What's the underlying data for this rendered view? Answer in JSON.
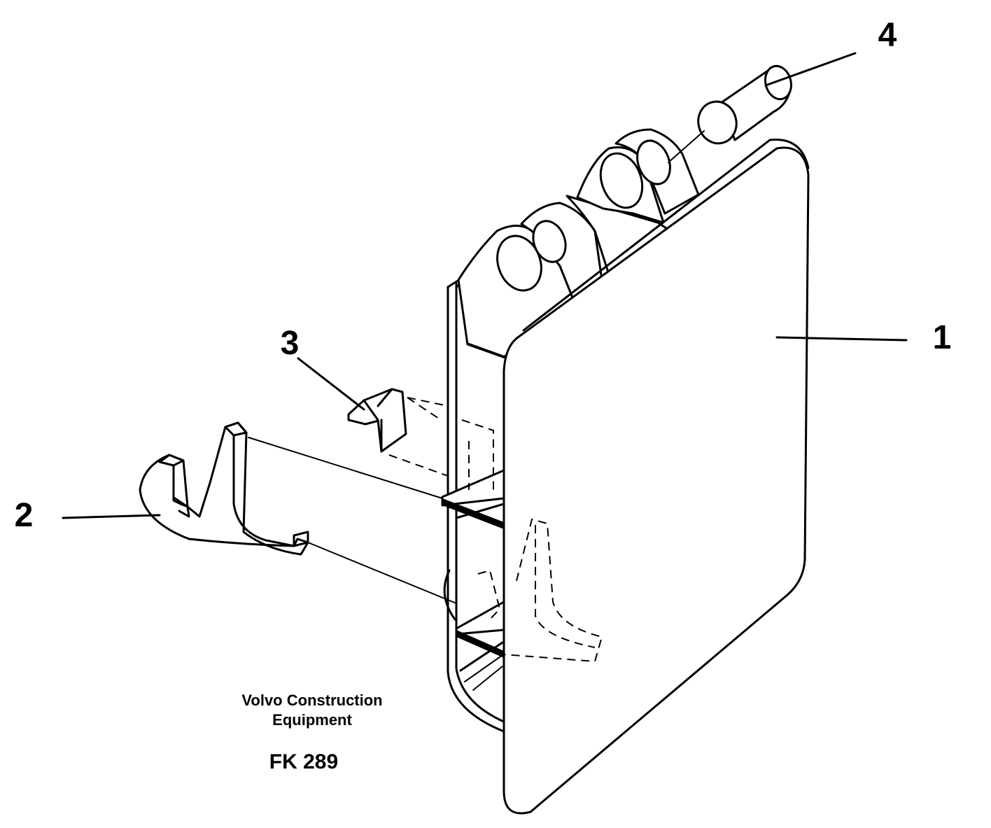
{
  "callouts": [
    {
      "id": "1",
      "label": "1",
      "part": "mounting-plate"
    },
    {
      "id": "2",
      "label": "2",
      "part": "hook"
    },
    {
      "id": "3",
      "label": "3",
      "part": "wedge-block"
    },
    {
      "id": "4",
      "label": "4",
      "part": "pin"
    }
  ],
  "caption": {
    "line1": "Volvo Construction",
    "line2": "Equipment",
    "code": "FK 289"
  }
}
